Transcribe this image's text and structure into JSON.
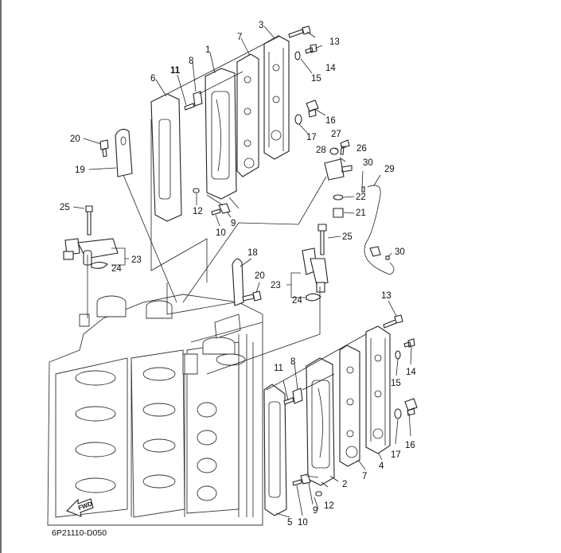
{
  "diagram": {
    "title": "Intake / Cylinder Head Cover Exploded View",
    "drawing_code": "6P21110-D050",
    "direction_badge": "FWD",
    "callouts": [
      {
        "id": "c1",
        "label": "1"
      },
      {
        "id": "c2",
        "label": "2"
      },
      {
        "id": "c3",
        "label": "3"
      },
      {
        "id": "c4",
        "label": "4"
      },
      {
        "id": "c5",
        "label": "5"
      },
      {
        "id": "c6",
        "label": "6"
      },
      {
        "id": "c7a",
        "label": "7"
      },
      {
        "id": "c7b",
        "label": "7"
      },
      {
        "id": "c8a",
        "label": "8"
      },
      {
        "id": "c8b",
        "label": "8"
      },
      {
        "id": "c9a",
        "label": "9"
      },
      {
        "id": "c9b",
        "label": "9"
      },
      {
        "id": "c10a",
        "label": "10"
      },
      {
        "id": "c10b",
        "label": "10"
      },
      {
        "id": "c11a",
        "label": "11"
      },
      {
        "id": "c11b",
        "label": "11"
      },
      {
        "id": "c12a",
        "label": "12"
      },
      {
        "id": "c12b",
        "label": "12"
      },
      {
        "id": "c13a",
        "label": "13"
      },
      {
        "id": "c13b",
        "label": "13"
      },
      {
        "id": "c14a",
        "label": "14"
      },
      {
        "id": "c14b",
        "label": "14"
      },
      {
        "id": "c15a",
        "label": "15"
      },
      {
        "id": "c15b",
        "label": "15"
      },
      {
        "id": "c16a",
        "label": "16"
      },
      {
        "id": "c16b",
        "label": "16"
      },
      {
        "id": "c17a",
        "label": "17"
      },
      {
        "id": "c17b",
        "label": "17"
      },
      {
        "id": "c18",
        "label": "18"
      },
      {
        "id": "c19",
        "label": "19"
      },
      {
        "id": "c20a",
        "label": "20"
      },
      {
        "id": "c20b",
        "label": "20"
      },
      {
        "id": "c21",
        "label": "21"
      },
      {
        "id": "c22",
        "label": "22"
      },
      {
        "id": "c23a",
        "label": "23"
      },
      {
        "id": "c23b",
        "label": "23"
      },
      {
        "id": "c24a",
        "label": "24"
      },
      {
        "id": "c24b",
        "label": "24"
      },
      {
        "id": "c25a",
        "label": "25"
      },
      {
        "id": "c25b",
        "label": "25"
      },
      {
        "id": "c26",
        "label": "26"
      },
      {
        "id": "c27",
        "label": "27"
      },
      {
        "id": "c28",
        "label": "28"
      },
      {
        "id": "c29",
        "label": "29"
      },
      {
        "id": "c30a",
        "label": "30"
      },
      {
        "id": "c30b",
        "label": "30"
      }
    ]
  }
}
